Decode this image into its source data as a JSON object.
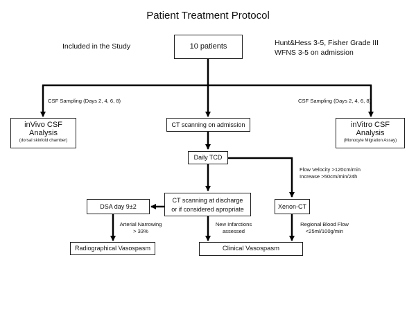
{
  "title": "Patient Treatment Protocol",
  "included_label": "Included in the Study",
  "criteria": {
    "line1": "Hunt&Hess 3-5, Fisher Grade III",
    "line2": "WFNS 3-5 on admission"
  },
  "nodes": {
    "patients": "10 patients",
    "invivo": {
      "line1": "inVivo CSF",
      "line2": "Analysis",
      "sub": "(dorsal skinfold chamber)"
    },
    "ct_admission": "CT scanning on admission",
    "invitro": {
      "line1": "inVitro CSF",
      "line2": "Analysis",
      "sub": "(Monocyte Migration Assay)"
    },
    "daily_tcd": "Daily TCD",
    "ct_discharge": {
      "line1": "CT scanning at discharge",
      "line2": "or if considered apropriate"
    },
    "dsa": "DSA day 9±2",
    "xenon": "Xenon-CT",
    "radio_vasospasm": "Radiographical Vasospasm",
    "clinical_vasospasm": "Clinical Vasospasm"
  },
  "edges": {
    "csf_left": "CSF Sampling (Days 2, 4, 6, 8)",
    "csf_right": "CSF Sampling (Days 2, 4, 6, 8)",
    "flow_velocity": {
      "line1": "Flow Velocity >120cm/min",
      "line2": "Increase >50cm/min/24h"
    },
    "arterial_narrowing": {
      "line1": "Arterial Narrowing",
      "line2": "> 33%"
    },
    "new_infarctions": {
      "line1": "New Infarctions",
      "line2": "assessed"
    },
    "regional_blood_flow": {
      "line1": "Regional Blood Flow",
      "line2": "<25ml/100g/min"
    }
  }
}
